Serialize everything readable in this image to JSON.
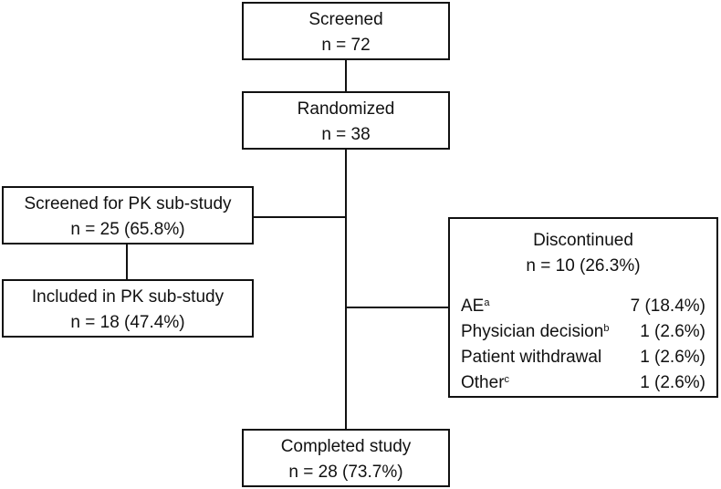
{
  "screened": {
    "title": "Screened",
    "count": "n = 72"
  },
  "randomized": {
    "title": "Randomized",
    "count": "n = 38"
  },
  "pk_screened": {
    "title": "Screened for PK sub-study",
    "count": "n = 25 (65.8%)"
  },
  "pk_included": {
    "title": "Included in PK sub-study",
    "count": "n = 18 (47.4%)"
  },
  "discontinued": {
    "title": "Discontinued",
    "count": "n = 10 (26.3%)",
    "reasons": [
      {
        "label": "AE",
        "sup": "a",
        "value": "7 (18.4%)"
      },
      {
        "label": "Physician decision",
        "sup": "b",
        "value": "1 (2.6%)"
      },
      {
        "label": "Patient withdrawal",
        "sup": "",
        "value": "1 (2.6%)"
      },
      {
        "label": "Other",
        "sup": "c",
        "value": "1 (2.6%)"
      }
    ]
  },
  "completed": {
    "title": "Completed study",
    "count": "n = 28 (73.7%)"
  }
}
